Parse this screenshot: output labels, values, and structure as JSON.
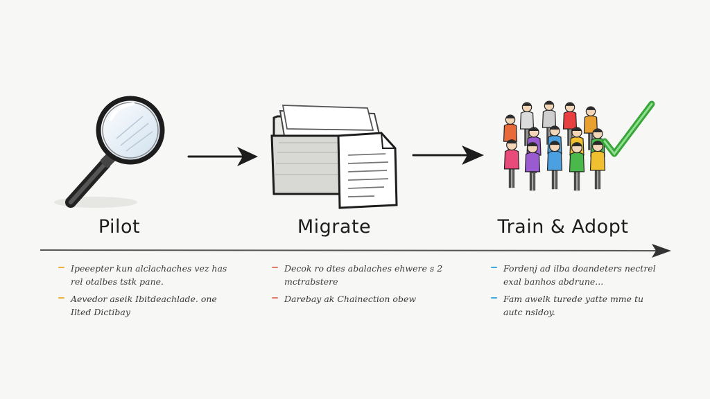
{
  "stages": [
    {
      "label": "Pilot",
      "icon": "magnifying-glass-icon",
      "notes": [
        {
          "text": "Ipeeepter kun alclachaches vez has rel otalbes tstk pane.",
          "color": "#e8b33c"
        },
        {
          "text": "Aevedor aseik Ibitdeachlade. one Ilted Dictibay",
          "color": "#e8b33c"
        }
      ]
    },
    {
      "label": "Migrate",
      "icon": "folder-documents-icon",
      "notes": [
        {
          "text": "Decok ro dtes abalaches ehwere s 2 mctrabstere",
          "color": "#e07a6a"
        },
        {
          "text": "Darebay ak Chainection obew",
          "color": "#e07a6a"
        }
      ]
    },
    {
      "label": "Train & Adopt",
      "icon": "team-checkmark-icon",
      "notes": [
        {
          "text": "Fordenj ad ilba doandeters nectrel exal banhos abdrune...",
          "color": "#3aa8d8"
        },
        {
          "text": "Fam awelk turede yatte mme tu autc nsldoy.",
          "color": "#3aa8d8"
        }
      ]
    }
  ],
  "colors": {
    "ink": "#1d1d1d",
    "check": "#3aa53a",
    "people": [
      "#e86a3a",
      "#e84a7a",
      "#9a5ad0",
      "#4aa0e0",
      "#f0c030",
      "#4ab84a",
      "#e84040",
      "#e8a030"
    ]
  }
}
